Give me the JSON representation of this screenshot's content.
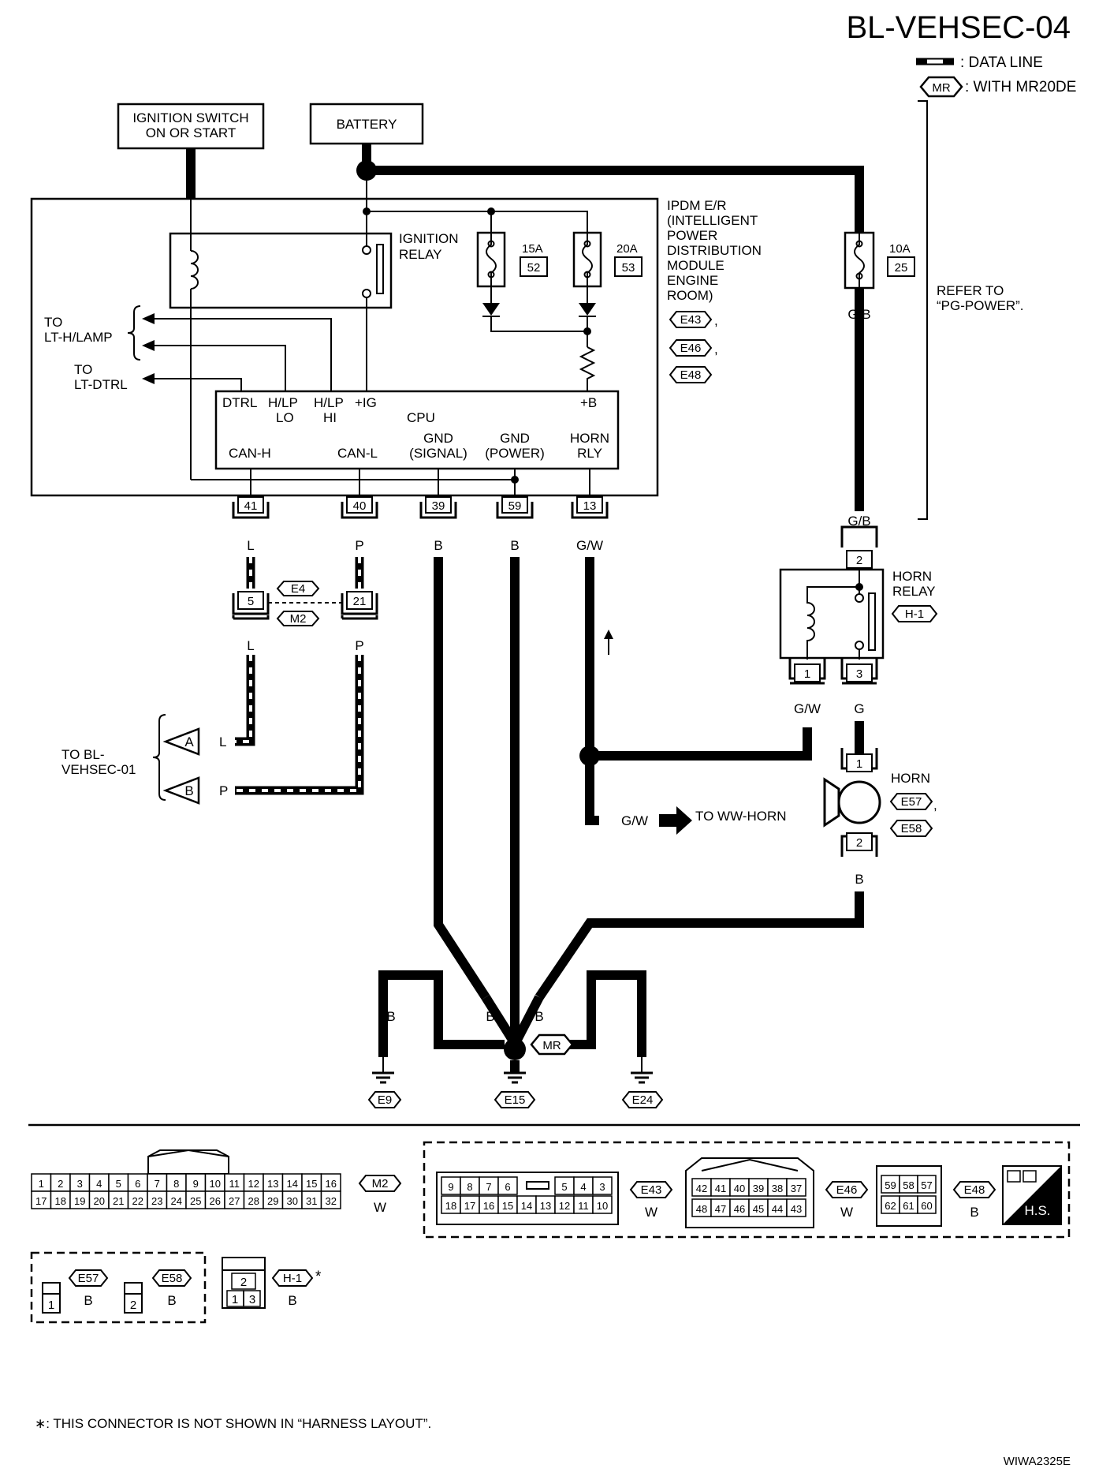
{
  "title": "BL-VEHSEC-04",
  "legend": {
    "data_line": ": DATA LINE",
    "mr_symbol": "MR",
    "mr_text": ": WITH MR20DE"
  },
  "sources": {
    "ignition_line1": "IGNITION SWITCH",
    "ignition_line2": "ON OR START",
    "battery": "BATTERY"
  },
  "ipdm": {
    "lines": [
      "IPDM E/R",
      "(INTELLIGENT",
      "POWER",
      "DISTRIBUTION",
      "MODULE",
      "ENGINE",
      "ROOM)"
    ],
    "connectors": [
      "E43",
      "E46",
      "E48"
    ],
    "comma": ","
  },
  "relay": {
    "line1": "IGNITION",
    "line2": "RELAY"
  },
  "fuses": [
    {
      "amp": "15A",
      "num": "52"
    },
    {
      "amp": "20A",
      "num": "53"
    },
    {
      "amp": "10A",
      "num": "25"
    }
  ],
  "refer": {
    "line1": "REFER TO",
    "line2": "“PG-POWER”."
  },
  "left_labels": {
    "to1": "TO",
    "lamp": "LT-H/LAMP",
    "to2": "TO",
    "dtrl": "LT-DTRL"
  },
  "cpu": {
    "label": "CPU",
    "top": {
      "dtrl": "DTRL",
      "hlp1": "H/LP",
      "lo": "LO",
      "hlp2": "H/LP",
      "hi": "HI",
      "ig": "+IG",
      "b": "+B"
    },
    "bottom": {
      "canh": "CAN-H",
      "canl": "CAN-L",
      "gnd1": "GND",
      "signal": "(SIGNAL)",
      "gnd2": "GND",
      "power": "(POWER)",
      "horn": "HORN",
      "rly": "RLY"
    }
  },
  "pins": [
    "41",
    "40",
    "39",
    "59",
    "13"
  ],
  "wires": {
    "l": "L",
    "p": "P",
    "b": "B",
    "gw": "G/W",
    "gb": "G/B",
    "g": "G"
  },
  "joint": {
    "pin_a": "5",
    "pin_b": "21",
    "conn1": "E4",
    "conn2": "M2"
  },
  "to_bl": {
    "line1": "TO BL-",
    "line2": "VEHSEC-01",
    "a": "A",
    "b": "B"
  },
  "horn_relay": {
    "line1": "HORN",
    "line2": "RELAY",
    "conn": "H-1",
    "p2": "2",
    "p1": "1",
    "p3": "3"
  },
  "horn": {
    "label": "HORN",
    "conn1": "E57",
    "conn2": "E58",
    "p1": "1",
    "p2": "2",
    "comma": ","
  },
  "ww_horn": "TO WW-HORN",
  "grounds": [
    "E9",
    "E15",
    "E24"
  ],
  "connector_views": {
    "m2": {
      "id": "M2",
      "color": "W",
      "row1": [
        "1",
        "2",
        "3",
        "4",
        "5",
        "6",
        "7",
        "8",
        "9",
        "10",
        "11",
        "12",
        "13",
        "14",
        "15",
        "16"
      ],
      "row2": [
        "17",
        "18",
        "19",
        "20",
        "21",
        "22",
        "23",
        "24",
        "25",
        "26",
        "27",
        "28",
        "29",
        "30",
        "31",
        "32"
      ]
    },
    "e43": {
      "id": "E43",
      "color": "W",
      "row1": [
        "9",
        "8",
        "7",
        "6",
        "",
        "5",
        "4",
        "3"
      ],
      "row2": [
        "18",
        "17",
        "16",
        "15",
        "14",
        "13",
        "12",
        "11",
        "10"
      ]
    },
    "e46": {
      "id": "E46",
      "color": "W",
      "row1": [
        "42",
        "41",
        "40",
        "39",
        "38",
        "37"
      ],
      "row2": [
        "48",
        "47",
        "46",
        "45",
        "44",
        "43"
      ]
    },
    "e48": {
      "id": "E48",
      "color": "B",
      "row1": [
        "59",
        "58",
        "57"
      ],
      "row2": [
        "62",
        "61",
        "60"
      ]
    },
    "hs": "H.S.",
    "e57": {
      "id": "E57",
      "color": "B",
      "pin": "1"
    },
    "e58": {
      "id": "E58",
      "color": "B",
      "pin": "2"
    },
    "h1": {
      "id": "H-1",
      "color": "B",
      "top": "2",
      "bl": "1",
      "br": "3",
      "star": "*"
    }
  },
  "footnote": "∗: THIS CONNECTOR IS NOT SHOWN IN “HARNESS LAYOUT”.",
  "code": "WIWA2325E"
}
